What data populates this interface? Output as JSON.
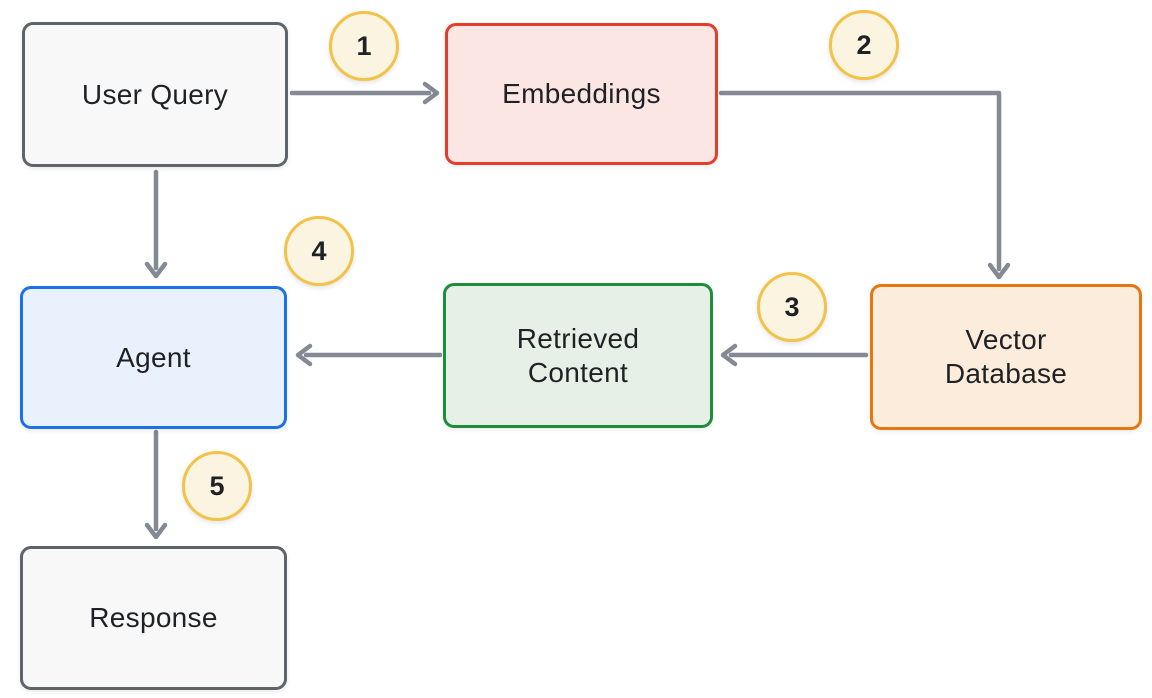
{
  "diagram": {
    "background": "#ffffff",
    "text_color": "#1f2124",
    "arrow_color": "#838a93",
    "nodes": [
      {
        "id": "user-query",
        "label": "User Query",
        "fill": "#f7f8f7",
        "border": "#5f646a"
      },
      {
        "id": "embeddings",
        "label": "Embeddings",
        "fill": "#fbe6e4",
        "border": "#e43d2c"
      },
      {
        "id": "vector-database",
        "label": "Vector Database",
        "fill": "#fcecdb",
        "border": "#e87610"
      },
      {
        "id": "retrieved-content",
        "label": "Retrieved Content",
        "fill": "#e7f0e7",
        "border": "#1e8e3e"
      },
      {
        "id": "agent",
        "label": "Agent",
        "fill": "#e9f1fd",
        "border": "#1b72e8"
      },
      {
        "id": "response",
        "label": "Response",
        "fill": "#f7f8f7",
        "border": "#5f646a"
      }
    ],
    "step_markers": {
      "fill": "#fbf4e0",
      "border": "#f3c248",
      "numbers": [
        "1",
        "2",
        "3",
        "4",
        "5"
      ]
    }
  }
}
